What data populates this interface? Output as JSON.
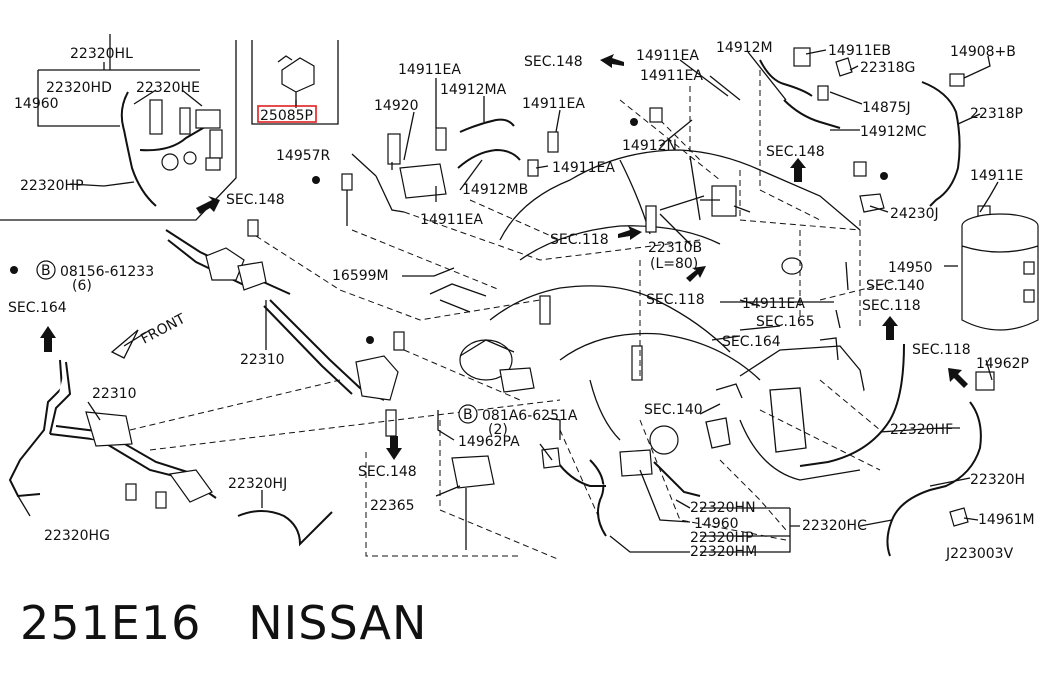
{
  "labels": {
    "l_22320HL": "22320HL",
    "l_22320HD": "22320HD",
    "l_22320HE": "22320HE",
    "l_14960a": "14960",
    "l_22320HP_top": "22320HP",
    "l_25085P": "25085P",
    "l_14911EA_1": "14911EA",
    "l_14912MA": "14912MA",
    "l_14920": "14920",
    "l_14957R": "14957R",
    "l_14911EA_2": "14911EA",
    "l_14912MB": "14912MB",
    "l_14911EA_3": "14911EA",
    "l_sec148_a": "SEC.148",
    "l_14911EA_4": "14911EA",
    "l_14911EA_5": "14911EA",
    "l_14912N": "14912N",
    "l_14911EA_6": "14911EA",
    "l_14912M": "14912M",
    "l_14911EB": "14911EB",
    "l_22318G": "22318G",
    "l_14908B": "14908+B",
    "l_14875J": "14875J",
    "l_22318P": "22318P",
    "l_14912MC": "14912MC",
    "l_sec148_b": "SEC.148",
    "l_14911E": "14911E",
    "l_24230J": "24230J",
    "l_14950": "14950",
    "l_sec148_c": "SEC.148",
    "l_bolt_ref": "08156-61233",
    "l_bolt_qty": "(6)",
    "l_sec164_a": "SEC.164",
    "l_front": "FRONT",
    "l_16599M": "16599M",
    "l_sec118_a": "SEC.118",
    "l_22310B": "22310B",
    "l_L80": "(L=80)",
    "l_sec118_b": "SEC.118",
    "l_14911EA_7": "14911EA",
    "l_sec140_a": "SEC.140",
    "l_sec118_c": "SEC.118",
    "l_sec165": "SEC.165",
    "l_sec164_b": "SEC.164",
    "l_sec118_d": "SEC.118",
    "l_14962P": "14962P",
    "l_22310a": "22310",
    "l_22310b": "22310",
    "l_ref081": "081A6-6251A",
    "l_ref081_qty": "(2)",
    "l_14962PA": "14962PA",
    "l_sec140_b": "SEC.140",
    "l_sec148_d": "SEC.148",
    "l_22320HF": "22320HF",
    "l_22320H": "22320H",
    "l_22320HJ": "22320HJ",
    "l_22365": "22365",
    "l_22320HN": "22320HN",
    "l_14960b": "14960",
    "l_22320HC": "22320HC",
    "l_22320HP_b": "22320HP",
    "l_22320HM": "22320HM",
    "l_14961M": "14961M",
    "l_22320HG": "22320HG",
    "l_diagram_id": "J223003V",
    "b_symbol": "B"
  },
  "caption": "251E16   NISSAN",
  "colors": {
    "line": "#111111",
    "highlight_box": "#e02020"
  },
  "highlighted_part": "25085P"
}
